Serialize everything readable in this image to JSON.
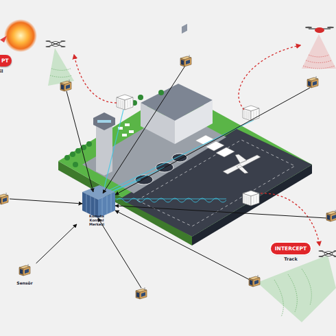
{
  "diagram": {
    "nodes": [
      {
        "text": [
          "Komuta Kontrol Merkezi"
        ]
      },
      {
        "text": [
          "Sensör"
        ]
      },
      {
        "text": [
          "PT",
          "il"
        ]
      },
      {
        "text": [
          "INTERCEPT",
          "Track"
        ]
      }
    ],
    "edges": [
      {
        "from": 1,
        "to": 0,
        "arrow": "to"
      }
    ]
  }
}
